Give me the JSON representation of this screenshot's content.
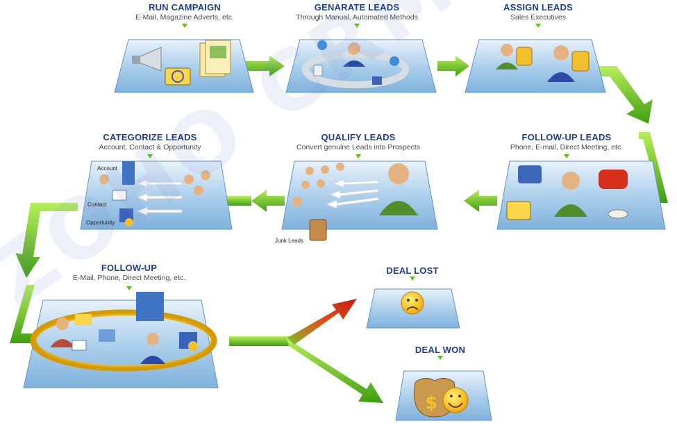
{
  "stages": {
    "run_campaign": {
      "title": "RUN CAMPAIGN",
      "subtitle": "E-Mail, Magazine Adverts, etc."
    },
    "generate_leads": {
      "title": "GENARATE LEADS",
      "subtitle": "Through Manual, Automated Methods"
    },
    "assign_leads": {
      "title": "ASSIGN LEADS",
      "subtitle": "Sales Executives"
    },
    "follow_up_leads": {
      "title": "FOLLOW-UP LEADS",
      "subtitle": "Phone, E-mail, Direct Meeting, etc."
    },
    "qualify_leads": {
      "title": "QUALIFY LEADS",
      "subtitle": "Convert genuine Leads into Prospects",
      "junk_label": "Junk Leads"
    },
    "categorize_leads": {
      "title": "CATEGORIZE LEADS",
      "subtitle": "Account, Contact & Opportunity",
      "labels": {
        "account": "Account",
        "contact": "Contact",
        "opportunity": "Opportunity"
      }
    },
    "follow_up": {
      "title": "FOLLOW-UP",
      "subtitle": "E-Mail, Phone, Direct Meeting, etc."
    },
    "deal_lost": {
      "title": "DEAL LOST"
    },
    "deal_won": {
      "title": "DEAL WON"
    }
  },
  "watermark": {
    "text": "ZOHO CRM"
  },
  "colors": {
    "title": "#1c3f8f",
    "arrow_green": "#5fbf1e",
    "arrow_red": "#d33a1a",
    "tile": "#9ec5e6"
  }
}
